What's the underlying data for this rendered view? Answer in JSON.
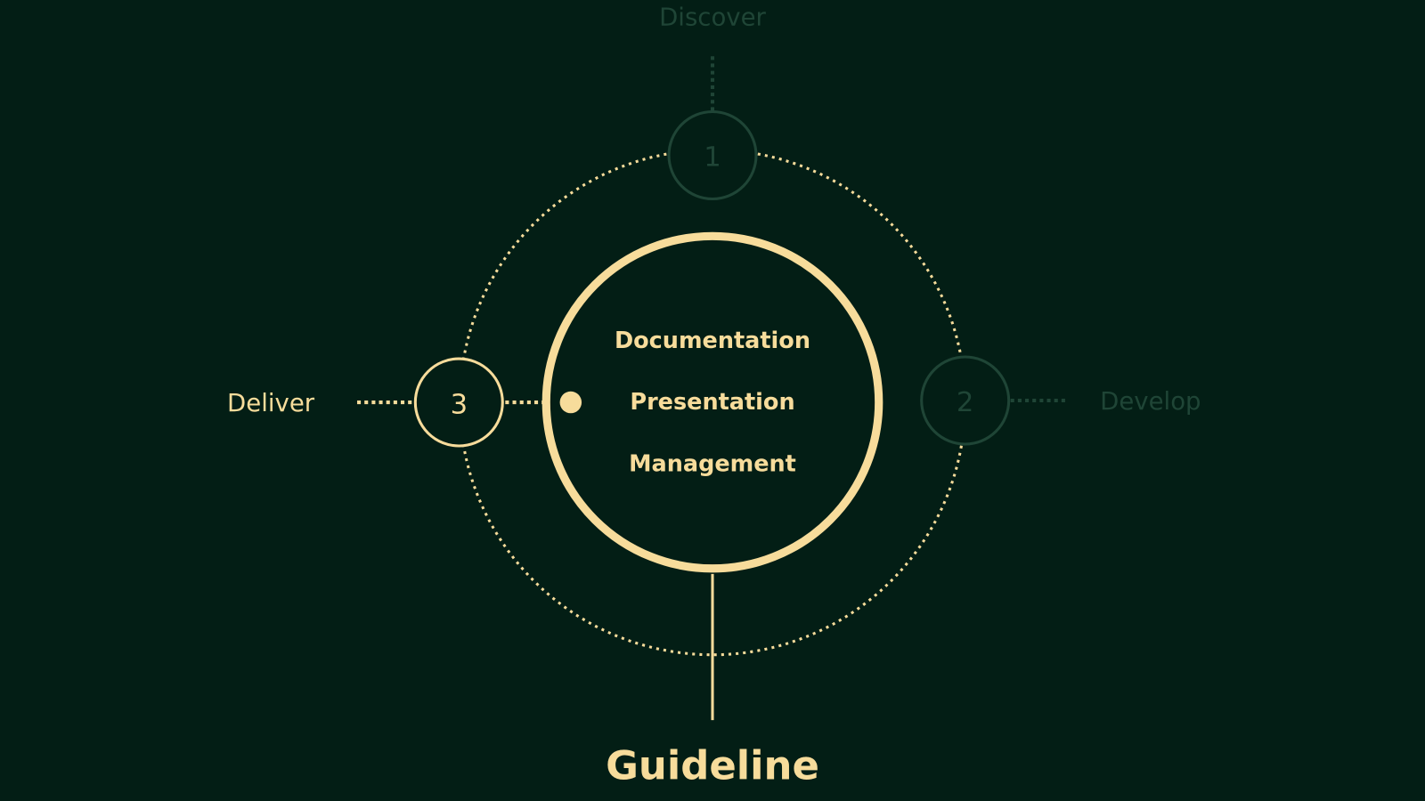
{
  "colors": {
    "background": "#031e15",
    "active": "#f7dc9b",
    "inactive": "#1f4536"
  },
  "steps": [
    {
      "number": "1",
      "label": "Discover",
      "state": "inactive"
    },
    {
      "number": "2",
      "label": "Develop",
      "state": "inactive"
    },
    {
      "number": "3",
      "label": "Deliver",
      "state": "active"
    }
  ],
  "center": {
    "items": [
      "Documentation",
      "Presentation",
      "Management"
    ]
  },
  "title": "Guideline"
}
